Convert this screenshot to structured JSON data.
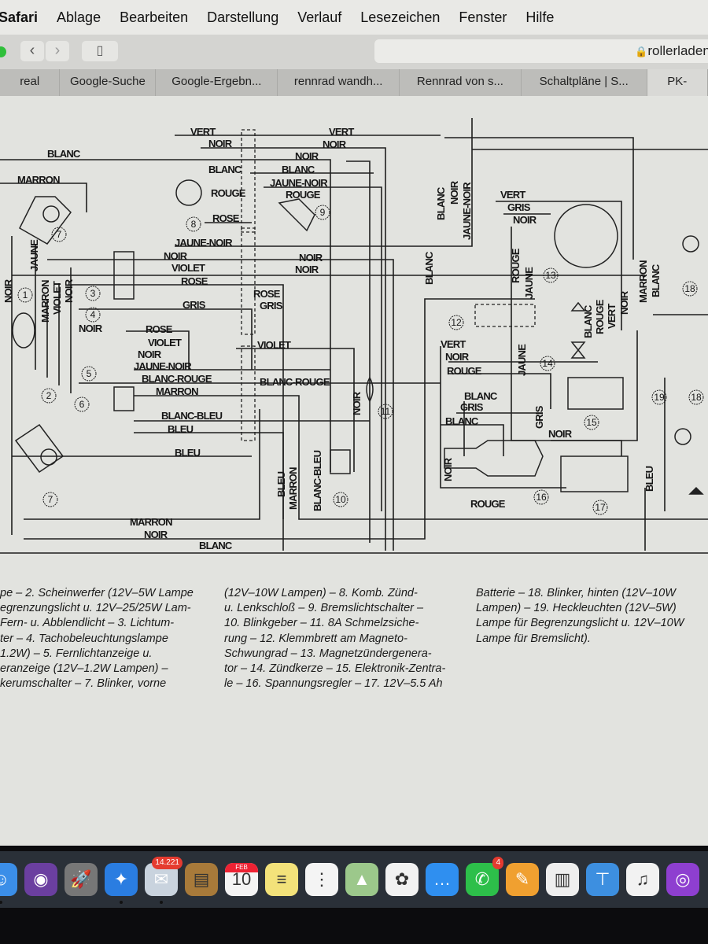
{
  "menubar": {
    "app": "Safari",
    "items": [
      "Ablage",
      "Bearbeiten",
      "Darstellung",
      "Verlauf",
      "Lesezeichen",
      "Fenster",
      "Hilfe"
    ]
  },
  "toolbar": {
    "back": "‹",
    "forward": "›",
    "sidebar": "▯",
    "url": "rollerladen.c"
  },
  "tabs": [
    "real",
    "Google-Suche",
    "Google-Ergebn...",
    "rennrad wandh...",
    "Rennrad von s...",
    "Schaltpläne | S...",
    "PK-"
  ],
  "diagram": {
    "wire_labels": [
      "BLANC",
      "MARRON",
      "VERT",
      "NOIR",
      "VERT",
      "NOIR",
      "NOIR",
      "BLANC",
      "BLANC",
      "JAUNE-NOIR",
      "ROUGE",
      "ROUGE",
      "ROSE",
      "JAUNE-NOIR",
      "NOIR",
      "VIOLET",
      "NOIR",
      "NOIR",
      "ROSE",
      "ROSE",
      "GRIS",
      "GRIS",
      "NOIR",
      "ROSE",
      "VIOLET",
      "VIOLET",
      "NOIR",
      "JAUNE-NOIR",
      "BLANC-ROUGE",
      "BLANC-ROUGE",
      "MARRON",
      "BLANC-BLEU",
      "BLEU",
      "BLEU",
      "MARRON",
      "NOIR",
      "BLANC",
      "VERT",
      "GRIS",
      "NOIR",
      "VERT",
      "NOIR",
      "ROUGE",
      "BLANC",
      "GRIS",
      "BLANC",
      "NOIR",
      "ROUGE",
      "NOIR",
      "JAUNE",
      "MARRON",
      "VIOLET",
      "NOIR",
      "BLANC",
      "NOIR",
      "JAUNE-NOIR",
      "BLANC",
      "ROUGE",
      "JAUNE",
      "BLANC",
      "ROUGE",
      "VERT",
      "NOIR",
      "MARRON",
      "BLANC",
      "BLEU",
      "MARRON",
      "BLANC-BLEU",
      "NOIR",
      "JAUNE",
      "GRIS",
      "NOIR",
      "BLEU"
    ],
    "component_numbers": [
      "1",
      "2",
      "3",
      "4",
      "5",
      "6",
      "7",
      "7",
      "8",
      "9",
      "10",
      "11",
      "12",
      "13",
      "14",
      "15",
      "16",
      "17",
      "18",
      "18",
      "19"
    ]
  },
  "caption": {
    "col1": [
      "pe – 2. Scheinwerfer (12V–5W Lampe",
      "egrenzungslicht u. 12V–25/25W Lam-",
      "Fern- u. Abblendlicht – 3. Lichtum-",
      "ter – 4. Tachobeleuchtungslampe",
      "1.2W) – 5. Fernlichtanzeige u.",
      "eranzeige (12V–1.2W Lampen) –",
      "kerumschalter – 7. Blinker, vorne"
    ],
    "col2": [
      "(12V–10W Lampen) – 8. Komb. Zünd-",
      "u. Lenkschloß – 9. Bremslichtschalter –",
      "10. Blinkgeber – 11. 8A Schmelzsiche-",
      "rung – 12. Klemmbrett am Magneto-",
      "Schwungrad – 13. Magnetzündergenera-",
      "tor – 14. Zündkerze – 15. Elektronik-Zentra-",
      "le – 16. Spannungsregler – 17. 12V–5.5 Ah"
    ],
    "col3": [
      "Batterie – 18. Blinker, hinten (12V–10W",
      "Lampen) – 19. Heckleuchten (12V–5W)",
      "Lampe für Begrenzungslicht u. 12V–10W",
      "Lampe für Bremslicht)."
    ]
  },
  "dock": [
    {
      "name": "finder",
      "glyph": "☺",
      "color": "#3b8ee8"
    },
    {
      "name": "siri",
      "glyph": "◉",
      "color": "#6b3fa0"
    },
    {
      "name": "launchpad",
      "glyph": "🚀",
      "color": "#777"
    },
    {
      "name": "safari",
      "glyph": "✦",
      "color": "#2a7de1"
    },
    {
      "name": "mail",
      "glyph": "✉",
      "color": "#c9d3de",
      "badge": "14.221"
    },
    {
      "name": "contacts",
      "glyph": "▤",
      "color": "#a87a3a"
    },
    {
      "name": "calendar",
      "glyph": "10",
      "color": "#f4f4f4",
      "month": "FEB"
    },
    {
      "name": "notes",
      "glyph": "≡",
      "color": "#f3e27a"
    },
    {
      "name": "reminders",
      "glyph": "⋮",
      "color": "#f4f4f4"
    },
    {
      "name": "maps",
      "glyph": "▲",
      "color": "#9cc88b"
    },
    {
      "name": "photos",
      "glyph": "✿",
      "color": "#f2f2f2"
    },
    {
      "name": "messages",
      "glyph": "…",
      "color": "#2f8ff0"
    },
    {
      "name": "facetime",
      "glyph": "✆",
      "color": "#2dbf4a",
      "badge": "4"
    },
    {
      "name": "pages",
      "glyph": "✎",
      "color": "#f0a030"
    },
    {
      "name": "numbers",
      "glyph": "▥",
      "color": "#eeeeee"
    },
    {
      "name": "keynote",
      "glyph": "⊤",
      "color": "#3d8fe0"
    },
    {
      "name": "itunes",
      "glyph": "♫",
      "color": "#f2f2f2"
    },
    {
      "name": "podcasts",
      "glyph": "◎",
      "color": "#8e3fd0"
    }
  ]
}
